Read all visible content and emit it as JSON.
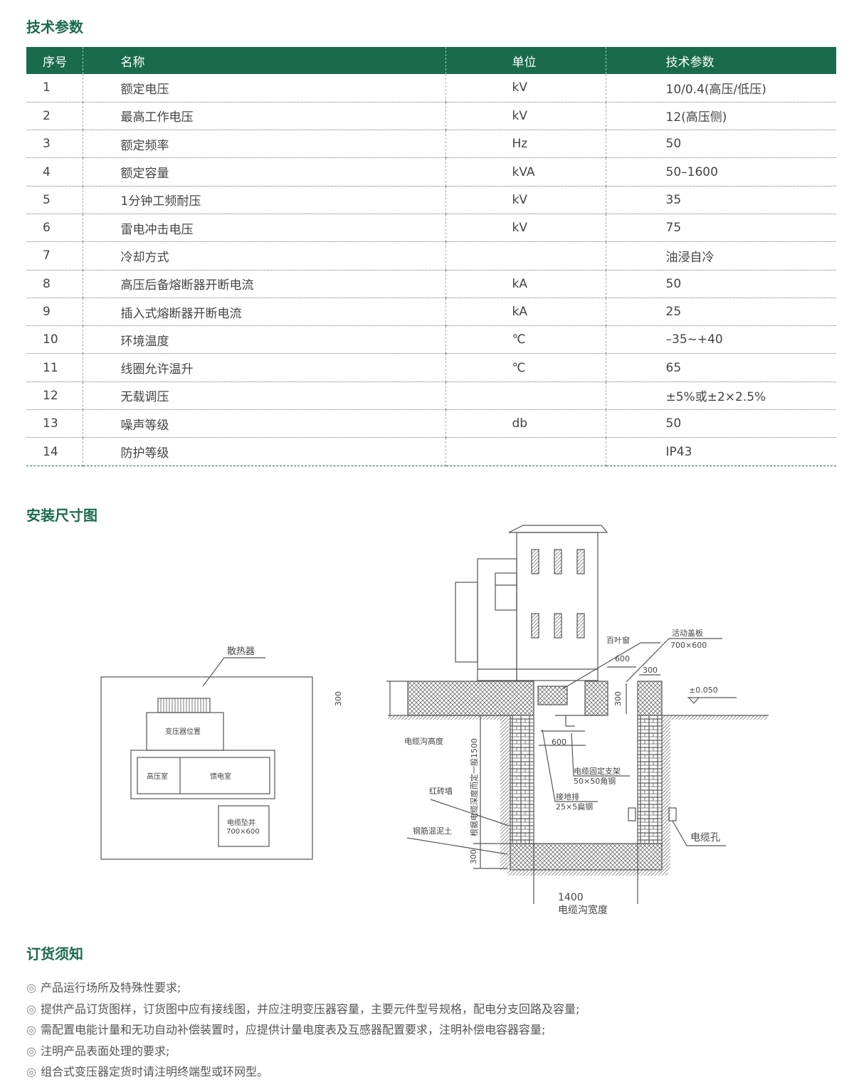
{
  "sections": {
    "specs": "技术参数",
    "install": "安装尺寸图",
    "order": "订货须知"
  },
  "table": {
    "headers": [
      "序号",
      "名称",
      "单位",
      "技术参数"
    ],
    "rows": [
      [
        "1",
        "额定电压",
        "kV",
        "10/0.4(高压/低压)"
      ],
      [
        "2",
        "最高工作电压",
        "kV",
        "12(高压侧)"
      ],
      [
        "3",
        "额定频率",
        "Hz",
        "50"
      ],
      [
        "4",
        "额定容量",
        "kVA",
        "50–1600"
      ],
      [
        "5",
        "1分钟工频耐压",
        "kV",
        "35"
      ],
      [
        "6",
        "雷电冲击电压",
        "kV",
        "75"
      ],
      [
        "7",
        "冷却方式",
        "",
        "油浸自冷"
      ],
      [
        "8",
        "高压后备熔断器开断电流",
        "kA",
        "50"
      ],
      [
        "9",
        "插入式熔断器开断电流",
        "kA",
        "25"
      ],
      [
        "10",
        "环境温度",
        "℃",
        "–35~+40"
      ],
      [
        "11",
        "线圈允许温升",
        "℃",
        "65"
      ],
      [
        "12",
        "无载调压",
        "",
        "±5%或±2×2.5%"
      ],
      [
        "13",
        "噪声等级",
        "db",
        "50"
      ],
      [
        "14",
        "防护等级",
        "",
        "IP43"
      ]
    ]
  },
  "plan": {
    "radiator": "散热器",
    "transformer": "变压器位置",
    "hv_room": "高压室",
    "feeder_room": "馈电室",
    "cable_well": "电缆坠井",
    "cable_well_size": "700×600",
    "dim_300": "300"
  },
  "section": {
    "louver": "百叶窗",
    "cover": "活动盖板",
    "cover_size": "700×600",
    "dim_600a": "600",
    "dim_300a": "300",
    "dim_300b": "300",
    "level": "±0.050",
    "trench_height": "电缆沟高度",
    "depth_note": "根据电缆深度而定一般1500",
    "dim_600b": "600",
    "bracket": "电缆固定支架",
    "bracket_spec": "50×50角钢",
    "ground_bar": "接地排",
    "ground_bar_spec": "25×5扁钢",
    "brick": "红砖墙",
    "concrete": "钢筋混泥土",
    "cable_hole": "电缆孔",
    "dim_300c": "300",
    "width_val": "1400",
    "width_label": "电缆沟宽度"
  },
  "notes": [
    "产品运行场所及特殊性要求;",
    "提供产品订货图样，订货图中应有接线图，并应注明变压器容量，主要元件型号规格，配电分支回路及容量;",
    "需配置电能计量和无功自动补偿装置时，应提供计量电度表及互感器配置要求，注明补偿电容器容量;",
    "注明产品表面处理的要求;",
    "组合式变压器定货时请注明终端型或环网型。"
  ],
  "bullet": "◎"
}
